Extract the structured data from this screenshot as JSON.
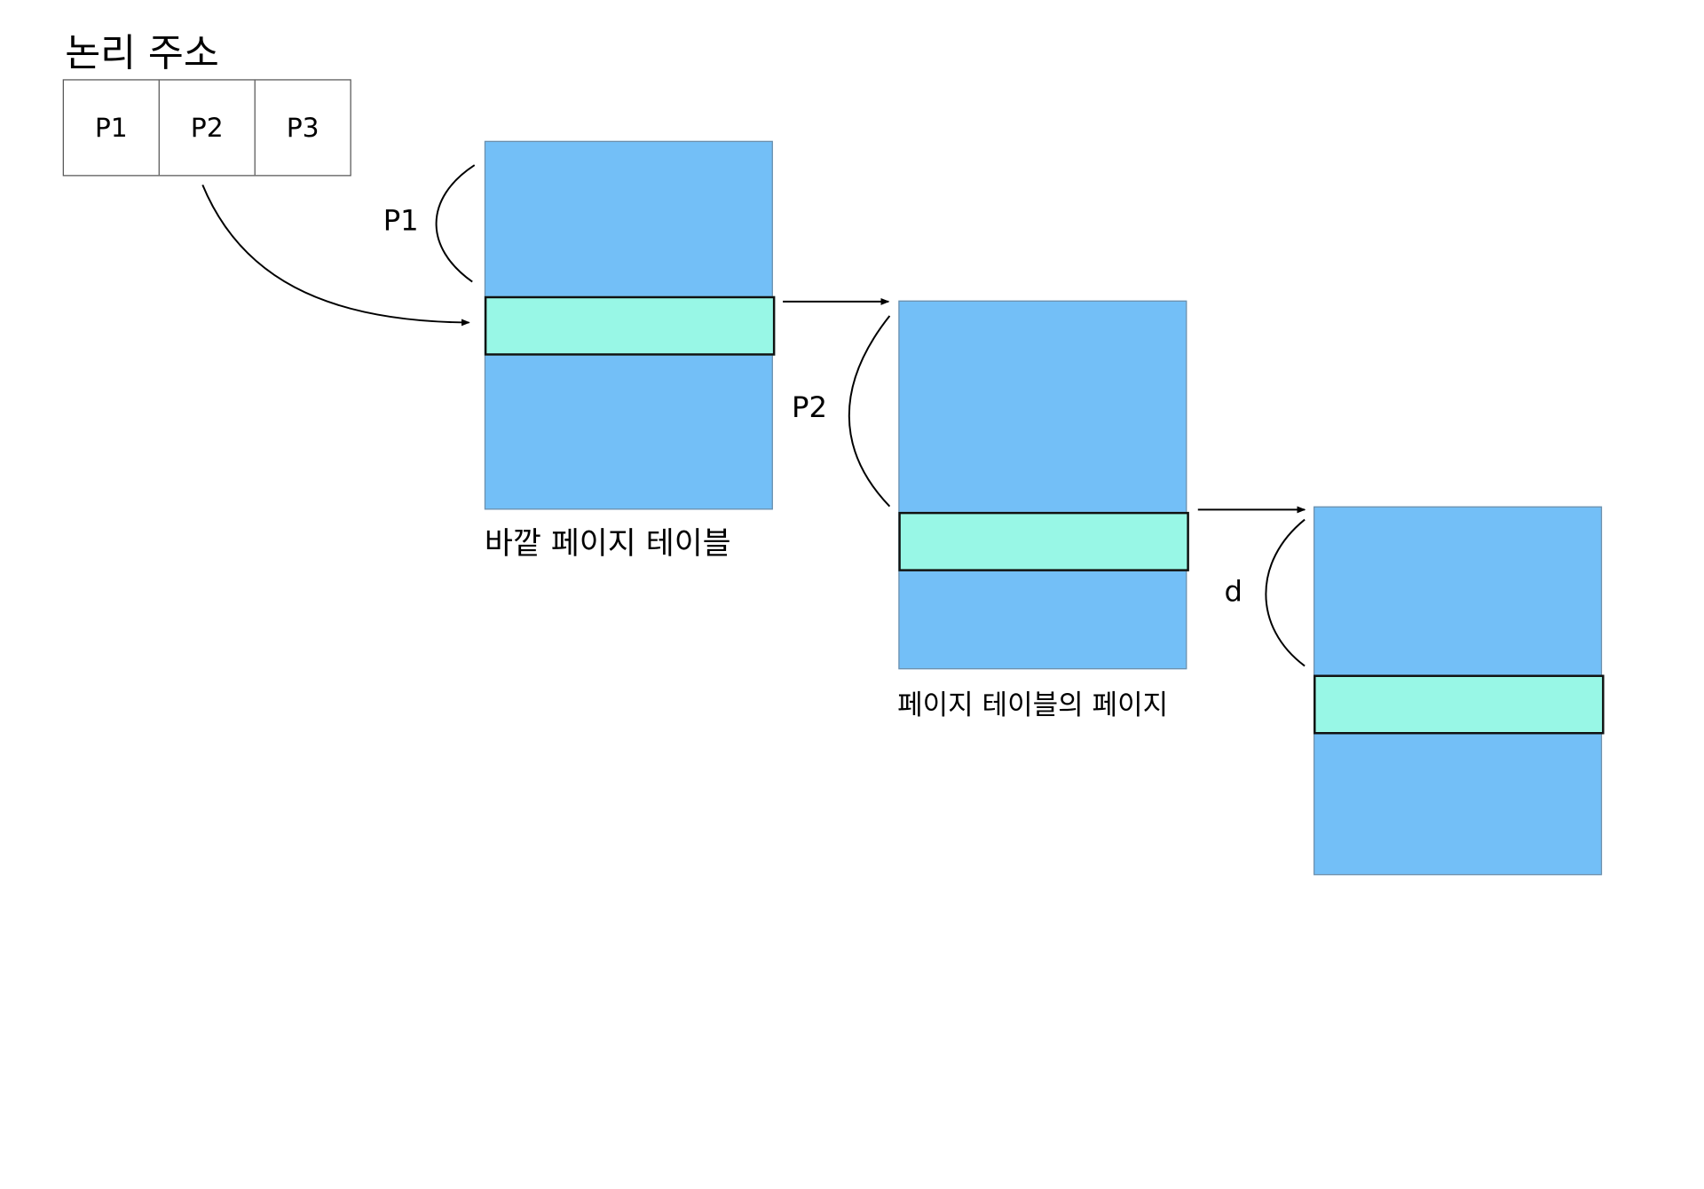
{
  "title": "논리 주소",
  "address": {
    "fields": [
      "P1",
      "P2",
      "P3"
    ]
  },
  "outer_table": {
    "caption": "바깥 페이지 테이블",
    "offset_label": "P1"
  },
  "page_of_table": {
    "caption": "페이지 테이블의 페이지",
    "offset_label": "P2"
  },
  "memory_page": {
    "offset_label": "d"
  },
  "colors": {
    "table_fill": "#73bff7",
    "entry_fill": "#98f7e6",
    "line": "#000000"
  }
}
